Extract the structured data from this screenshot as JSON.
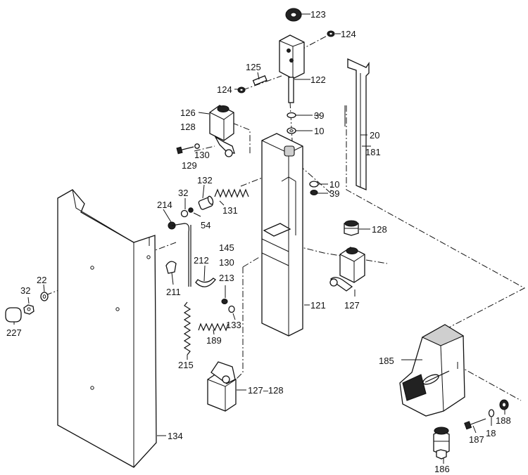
{
  "labels": {
    "l123": "123",
    "l124a": "124",
    "l125": "125",
    "l122": "122",
    "l124b": "124",
    "l126": "126",
    "l128a": "128",
    "l39a": "39",
    "l10a": "10",
    "l20": "20",
    "l181": "181",
    "l130a": "130",
    "l129": "129",
    "l132": "132",
    "l10b": "10",
    "l39b": "39",
    "l214": "214",
    "l32a": "32",
    "l131": "131",
    "l54": "54",
    "l128b": "128",
    "l145": "145",
    "l130b": "130",
    "l212": "212",
    "l213": "213",
    "l22": "22",
    "l32b": "32",
    "l211": "211",
    "l127": "127",
    "l121": "121",
    "l227": "227",
    "l133": "133",
    "l189": "189",
    "l185": "185",
    "l215": "215",
    "l127_128": "127–128",
    "l188": "188",
    "l187": "187",
    "l18": "18",
    "l134": "134",
    "l186": "186"
  }
}
